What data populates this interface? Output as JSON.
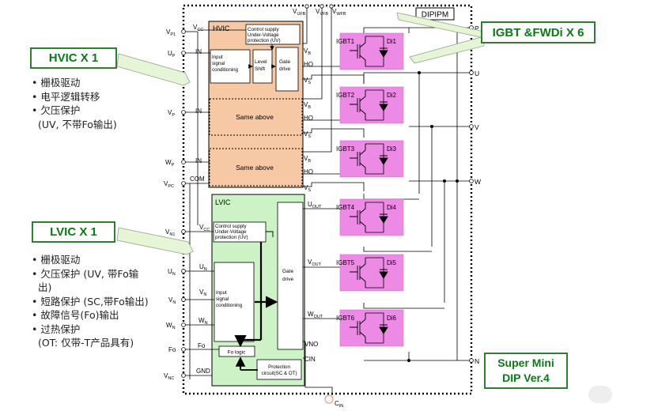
{
  "title": "DIPIPM",
  "colors": {
    "hvic_fill": "#f6c8a4",
    "lvic_fill": "#cdf2c5",
    "igbt_fill": "#ec8ae6",
    "callout_text": "#0a7a14",
    "callout_border": "#2e7d32"
  },
  "callouts": {
    "hvic": "HVIC X 1",
    "lvic": "LVIC X 1",
    "igbt": "IGBT &FWDi X 6",
    "supermini_line1": "Super Mini",
    "supermini_line2": "DIP Ver.4"
  },
  "hvic_features": [
    "• 栅极驱动",
    "• 电平逻辑转移",
    "• 欠压保护",
    "  (UV, 不带Fo输出)"
  ],
  "lvic_features": [
    "• 栅极驱动",
    "• 欠压保护 (UV, 带Fo输",
    "  出)",
    "• 短路保护 (SC,带Fo输出)",
    "• 故障信号(Fo)输出",
    "• 过热保护",
    "  (OT: 仅带-T产品具有)"
  ],
  "top_pins": {
    "v_ufb": "V",
    "v_ufb_sub": "UFB",
    "v_vfb": "V",
    "v_vfb_sub": "VFB",
    "v_wfb": "V",
    "v_wfb_sub": "WFB"
  },
  "left_pins": [
    {
      "main": "V",
      "sub": "P1"
    },
    {
      "main": "U",
      "sub": "P"
    },
    {
      "main": "V",
      "sub": "P"
    },
    {
      "main": "W",
      "sub": "P"
    },
    {
      "main": "V",
      "sub": "PC"
    },
    {
      "main": "V",
      "sub": "N1"
    },
    {
      "main": "U",
      "sub": "N"
    },
    {
      "main": "V",
      "sub": "N"
    },
    {
      "main": "W",
      "sub": "N"
    },
    {
      "main": "Fo",
      "sub": ""
    },
    {
      "main": "V",
      "sub": "NC"
    }
  ],
  "right_pins": {
    "p": "P",
    "u": "U",
    "v": "V",
    "w": "W",
    "n": "N"
  },
  "hvic": {
    "label": "HVIC",
    "vcc": "V",
    "vcc_sub": "CC",
    "in1": "IN",
    "in2": "IN",
    "in3": "IN",
    "com": "COM",
    "uv_text": [
      "Control supply",
      "Under-Voltage",
      "protection (UV)"
    ],
    "input_text": [
      "Input",
      "signal",
      "conditioning"
    ],
    "level_text": [
      "Level",
      "Shift"
    ],
    "gate_text": [
      "Gate",
      "drive"
    ],
    "same_above": "Same above",
    "vb": "V",
    "vb_sub": "B",
    "ho": "HO",
    "vs": "V",
    "vs_sub": "S"
  },
  "lvic": {
    "label": "LVIC",
    "vcc": "V",
    "vcc_sub": "CC",
    "un": "U",
    "un_sub": "N",
    "vn": "V",
    "vn_sub": "N",
    "wn": "W",
    "wn_sub": "N",
    "fo": "Fo",
    "gnd": "GND",
    "uv_text": [
      "Control supply",
      "Under-Voltage",
      "protection (UV)"
    ],
    "input_text": [
      "Input",
      "signal",
      "conditioning"
    ],
    "gate_text": [
      "Gate",
      "drive"
    ],
    "fo_logic": "Fo logic",
    "protection_text": [
      "Protection",
      "circuit(SC & OT)"
    ],
    "uout": "U",
    "uout_sub": "OUT",
    "vout": "V",
    "vout_sub": "OUT",
    "wout": "W",
    "wout_sub": "OUT",
    "vno": "VNO",
    "cin": "CIN"
  },
  "igbts": [
    {
      "igbt": "IGBT1",
      "diode": "Di1"
    },
    {
      "igbt": "IGBT2",
      "diode": "Di2"
    },
    {
      "igbt": "IGBT3",
      "diode": "Di3"
    },
    {
      "igbt": "IGBT4",
      "diode": "Di4"
    },
    {
      "igbt": "IGBT5",
      "diode": "Di5"
    },
    {
      "igbt": "IGBT6",
      "diode": "Di6"
    }
  ],
  "bottom_pin": {
    "main": "C",
    "sub": "IN"
  }
}
